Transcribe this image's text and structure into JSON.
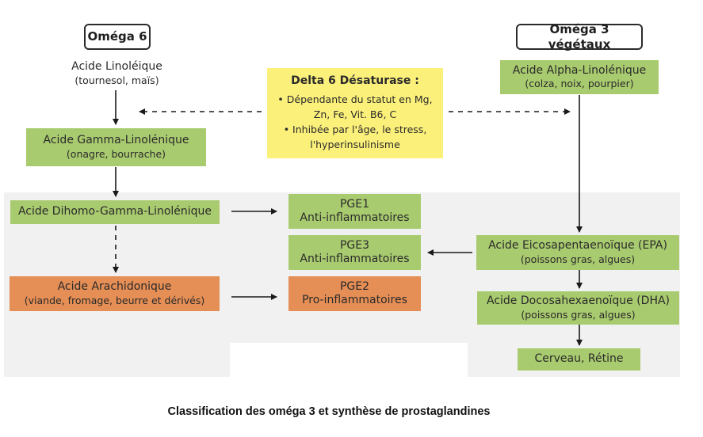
{
  "omega6": {
    "label": "Oméga 6"
  },
  "omega3": {
    "label": "Oméga 3 végétaux"
  },
  "linoleique": {
    "name": "Acide Linoléique",
    "source": "(tournesol, maïs)"
  },
  "desaturase": {
    "title": "Delta 6 Désaturase :",
    "bullet1_line1": "• Dépendante du statut en Mg,",
    "bullet1_line2": "Zn, Fe, Vit. B6, C",
    "bullet2_line1": "• Inhibée par l'âge, le stress,",
    "bullet2_line2": "l'hyperinsulinisme"
  },
  "alpha": {
    "name": "Acide Alpha-Linolénique",
    "source": "(colza, noix, pourpier)"
  },
  "gamma": {
    "name": "Acide Gamma-Linolénique",
    "source": "(onagre, bourrache)"
  },
  "dihomo": {
    "name": "Acide Dihomo-Gamma-Linolénique"
  },
  "pge1": {
    "name": "PGE1",
    "effect": "Anti-inflammatoires"
  },
  "pge3": {
    "name": "PGE3",
    "effect": "Anti-inflammatoires"
  },
  "pge2": {
    "name": "PGE2",
    "effect": "Pro-inflammatoires"
  },
  "arachidonique": {
    "name": "Acide Arachidonique",
    "source": "(viande, fromage, beurre et dérivés)"
  },
  "epa": {
    "name": "Acide Eicosapentaenoïque (EPA)",
    "source": "(poissons gras, algues)"
  },
  "dha": {
    "name": "Acide Docosahexaenoïque (DHA)",
    "source": "(poissons gras, algues)"
  },
  "cerveau": {
    "name": "Cerveau, Rétine"
  },
  "caption": "Classification des oméga 3 et synthèse de prostaglandines",
  "colors": {
    "green": "#a9cb6f",
    "orange": "#e58e55",
    "yellow": "#fbf07a",
    "panel": "#f1f1f1"
  }
}
